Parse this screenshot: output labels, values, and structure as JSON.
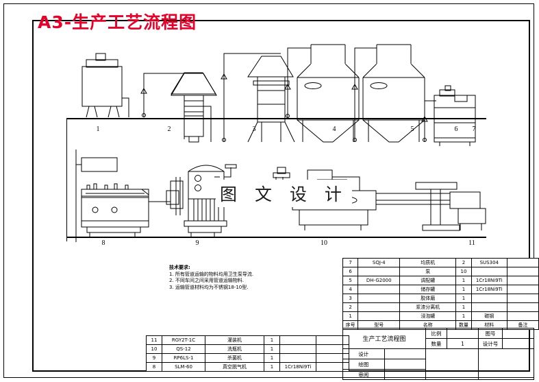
{
  "drawing": {
    "title": "A3-生产工艺流程图",
    "title_color": "#e8002a",
    "watermark": "图 文 设 计"
  },
  "flow_upper": {
    "labels": [
      "1",
      "2",
      "3",
      "4",
      "5",
      "6",
      "7"
    ]
  },
  "flow_lower": {
    "labels": [
      "8",
      "9",
      "10",
      "11"
    ]
  },
  "tech_requirements": {
    "heading": "技术要求:",
    "lines": [
      "1. 所有管道运输的物料均用卫生泵导流.",
      "2. 不同车间之间采用管道运输物料.",
      "3. 运输管道材料均为不锈钢18-10型."
    ]
  },
  "bom_upper": {
    "rows": [
      {
        "no": "7",
        "model": "SQJ-4",
        "name": "均质机",
        "qty": "2",
        "material": "SUS304",
        "remark": ""
      },
      {
        "no": "6",
        "model": "",
        "name": "泵",
        "qty": "10",
        "material": "",
        "remark": ""
      },
      {
        "no": "5",
        "model": "DH-G2000",
        "name": "调配罐",
        "qty": "1",
        "material": "1Cr18Ni9Ti",
        "remark": ""
      },
      {
        "no": "4",
        "model": "",
        "name": "储存罐",
        "qty": "1",
        "material": "1Cr18Ni9Ti",
        "remark": ""
      },
      {
        "no": "3",
        "model": "",
        "name": "胶体磨",
        "qty": "1",
        "material": "",
        "remark": ""
      },
      {
        "no": "2",
        "model": "",
        "name": "浆渣分离机",
        "qty": "1",
        "material": "",
        "remark": ""
      },
      {
        "no": "1",
        "model": "",
        "name": "浸泡罐",
        "qty": "1",
        "material": "碳钢",
        "remark": ""
      }
    ],
    "header": {
      "no": "序号",
      "model": "型号",
      "name": "名称",
      "qty": "数量",
      "material": "材料",
      "remark": "备注"
    }
  },
  "bom_lower": {
    "rows": [
      {
        "no": "11",
        "model": "RGY2T-1C",
        "name": "灌装机",
        "qty": "1",
        "material": "",
        "remark": ""
      },
      {
        "no": "10",
        "model": "QS-12",
        "name": "洗瓶机",
        "qty": "1",
        "material": "",
        "remark": ""
      },
      {
        "no": "9",
        "model": "RP6LS-1",
        "name": "杀菌机",
        "qty": "1",
        "material": "",
        "remark": ""
      },
      {
        "no": "8",
        "model": "SLM-60",
        "name": "真空脱气机",
        "qty": "1",
        "material": "1Cr18Ni9Ti",
        "remark": ""
      }
    ]
  },
  "title_block": {
    "drawing_name": "生产工艺流程图",
    "scale_label": "比例",
    "scale_value": "",
    "dwg_no_label": "图号",
    "dwg_no_value": "",
    "qty_label": "数量",
    "qty_value": "1",
    "design_no_label": "设计号",
    "design_no_value": "",
    "designer_label": "设计",
    "designer_value": "",
    "designer_date": "",
    "drafter_label": "绘图",
    "drafter_value": "",
    "drafter_date": "",
    "checker_label": "审阅",
    "checker_value": ""
  }
}
